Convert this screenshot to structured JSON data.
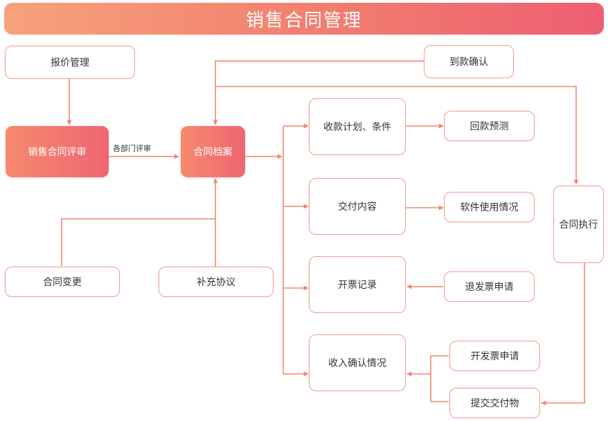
{
  "title": "销售合同管理",
  "nodes": {
    "quote": "报价管理",
    "review": "销售合同评审",
    "archive": "合同档案",
    "change": "合同变更",
    "supplement": "补充协议",
    "payment_confirm": "到款确认",
    "plan": "收款计划、条件",
    "forecast": "回款预测",
    "delivery": "交付内容",
    "software": "软件使用情况",
    "invoice": "开票记录",
    "refund": "退发票申请",
    "income": "收入确认情况",
    "invoice_apply": "开发票申请",
    "submit": "提交交付物",
    "execute": "合同执行"
  },
  "edge_labels": {
    "review_archive": "各部门评审"
  },
  "colors": {
    "accent": "#f2806f",
    "border": "#f09a8a",
    "arrow": "#f0876f"
  }
}
